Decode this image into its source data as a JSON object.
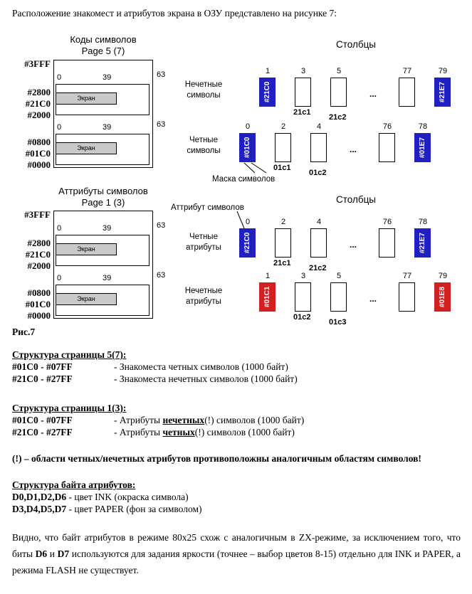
{
  "colors": {
    "accent_blue": "#2020c0",
    "accent_red": "#d02020",
    "screen_gray": "#c9c9c9"
  },
  "intro": "Расположение знакомест и атрибутов экрана в ОЗУ представлено на рисунке 7:",
  "caption": "Рис.7",
  "maps": [
    {
      "title1": "Коды символов",
      "title2": "Page 5 (7)",
      "addr": [
        "#3FFF",
        "#2800",
        "#21C0",
        "#2000",
        "#0800",
        "#01C0",
        "#0000"
      ],
      "c0": "0",
      "c39": "39",
      "c63": "63",
      "screen": "Экран"
    },
    {
      "title1": "Аттрибуты символов",
      "title2": "Page 1 (3)",
      "addr": [
        "#3FFF",
        "#2800",
        "#21C0",
        "#2000",
        "#0800",
        "#01C0",
        "#0000"
      ],
      "c0": "0",
      "c39": "39",
      "c63": "63",
      "screen": "Экран"
    }
  ],
  "diagrams": [
    {
      "title": "Столбцы",
      "pointer": "Маска символов",
      "rows": [
        {
          "side1": "Нечетные",
          "side2": "символы",
          "n": [
            "1",
            "3",
            "5",
            "77",
            "79"
          ],
          "dots": "...",
          "first": "#21C0",
          "last": "#21E7",
          "sub1": "21c1",
          "sub2": "21c2"
        },
        {
          "side1": "Четные",
          "side2": "символы",
          "n": [
            "0",
            "2",
            "4",
            "76",
            "78"
          ],
          "dots": "...",
          "first": "#01C0",
          "last": "#01E7",
          "sub1": "01c1",
          "sub2": "01c2"
        }
      ]
    },
    {
      "title": "Столбцы",
      "pointer": "Аттрибут символов",
      "rows": [
        {
          "side1": "Четные",
          "side2": "атрибуты",
          "n": [
            "0",
            "2",
            "4",
            "76",
            "78"
          ],
          "dots": "...",
          "first": "#21C0",
          "last": "#21E7",
          "sub1": "21c1",
          "sub2": "21c2"
        },
        {
          "side1": "Нечетные",
          "side2": "атрибуты",
          "n": [
            "1",
            "3",
            "5",
            "77",
            "79"
          ],
          "dots": "...",
          "first": "#01C1",
          "last": "#01E8",
          "sub1": "01c2",
          "sub2": "01c3"
        }
      ]
    }
  ],
  "sections": {
    "s1": {
      "heading": "Структура страницы 5(7):",
      "rows": [
        {
          "addr": "#01C0 - #07FF",
          "desc": "- Знакоместа четных символов (1000 байт)"
        },
        {
          "addr": "#21C0 - #27FF",
          "desc": "- Знакоместа нечетных символов (1000 байт)"
        }
      ]
    },
    "s2": {
      "heading": "Структура страницы 1(3):",
      "rows": [
        {
          "addr": "#01C0 - #07FF",
          "pre": "- Атрибуты ",
          "em": "нечетных",
          "post": "(!) символов (1000 байт)"
        },
        {
          "addr": "#21C0 - #27FF",
          "pre": "- Атрибуты ",
          "em": "четных",
          "post": "(!) символов (1000 байт)"
        }
      ]
    },
    "note": "(!) – области четных/нечетных атрибутов противоположны аналогичным областям символов!",
    "s3": {
      "heading": "Структура байта атрибутов:",
      "rows": [
        {
          "b": "D0,D1,D2,D6",
          "r": " - цвет INK (окраска символа)"
        },
        {
          "b": "D3,D4,D5,D7",
          "r": " - цвет PAPER (фон за символом)"
        }
      ]
    },
    "final": {
      "p1": "Видно, что байт атрибутов в режиме 80x25 схож с аналогичным в ZX-режиме, за исключением того, что биты ",
      "b1": "D6",
      "p2": " и ",
      "b2": "D7",
      "p3": " используются для задания яркости (точнее – выбор цветов 8-15) отдельно для INK и PAPER, а режима FLASH не существует."
    }
  }
}
